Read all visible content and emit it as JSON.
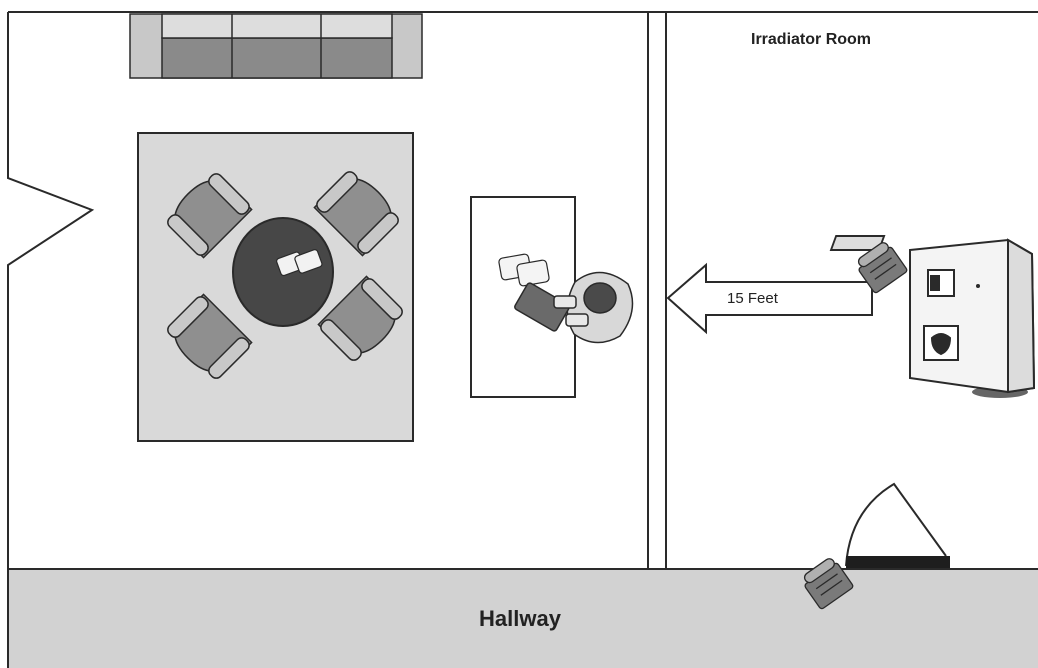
{
  "labels": {
    "room_title": "Irradiator Room",
    "distance": "15 Feet",
    "hallway": "Hallway"
  },
  "colors": {
    "hallway_fill": "#d2d2d2",
    "carpet_fill": "#d9d9d9",
    "table_fill": "#474747",
    "chair_fill": "#8f8f8f",
    "chair_arm_fill": "#c8c8c8",
    "sofa_fill": "#8a8a8a",
    "sofa_frame_fill": "#c8c8c8",
    "line": "#2a2a2a"
  },
  "icons": [
    "sofa-icon",
    "chair-icon",
    "desk-icon",
    "person-icon",
    "telephone-icon",
    "irradiator-icon",
    "door-swing-icon",
    "arrow-left-icon"
  ]
}
